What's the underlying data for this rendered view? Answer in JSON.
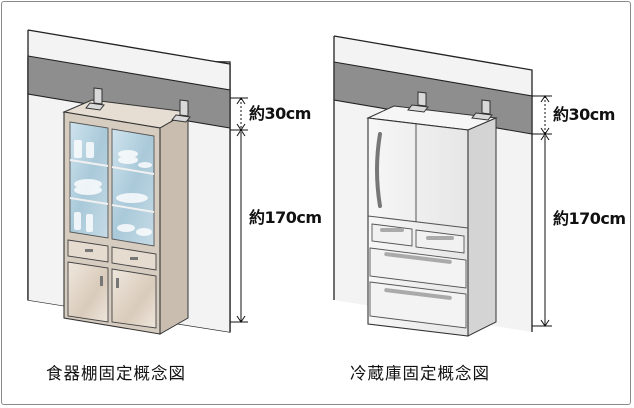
{
  "diagrams": [
    {
      "caption": "食器棚固定概念図",
      "dim_upper": "約30cm",
      "dim_lower": "約170cm",
      "object": "cupboard"
    },
    {
      "caption": "冷蔵庫固定概念図",
      "dim_upper": "約30cm",
      "dim_lower": "約170cm",
      "object": "refrigerator"
    }
  ],
  "colors": {
    "wall": "#f2f2f2",
    "wall_band": "#8c8c8c",
    "cupboard_frame": "#d8cfc4",
    "cupboard_glass": "#b8d3e0",
    "fridge_body": "#efefef",
    "outline": "#1a1a1a"
  },
  "icons": [
    "l-bracket-icon",
    "dimension-arrow-icon"
  ]
}
